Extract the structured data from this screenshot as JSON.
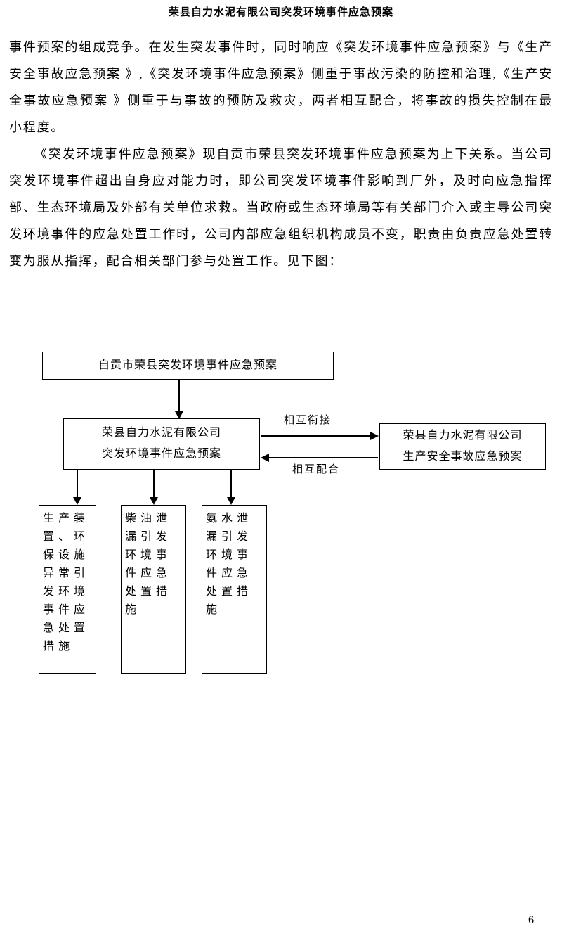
{
  "page": {
    "header_title": "荣县自力水泥有限公司突发环境事件应急预案",
    "page_number": "6"
  },
  "body": {
    "paragraph1": "事件预案的组成竞争。在发生突发事件时，同时响应《突发环境事件应急预案》与《生产安全事故应急预案 》,《突发环境事件应急预案》侧重于事故污染的防控和治理,《生产安全事故应急预案 》侧重于与事故的预防及救灾，两者相互配合，将事故的损失控制在最小程度。",
    "paragraph2": "《突发环境事件应急预案》现自贡市荣县突发环境事件应急预案为上下关系。当公司突发环境事件超出自身应对能力时，即公司突发环境事件影响到厂外，及时向应急指挥部、生态环境局及外部有关单位求救。当政府或生态环境局等有关部门介入或主导公司突发环境事件的应急处置工作时，公司内部应急组织机构成员不变，职责由负责应急处置转变为服从指挥，配合相关部门参与处置工作。见下图："
  },
  "diagram": {
    "top_box": "自贡市荣县突发环境事件应急预案",
    "middle_box_line1": "荣县自力水泥有限公司",
    "middle_box_line2": "突发环境事件应急预案",
    "right_box_line1": "荣县自力水泥有限公司",
    "right_box_line2": "生产安全事故应急预案",
    "arrow_label_top": "相互衔接",
    "arrow_label_bottom": "相互配合",
    "bottom_boxes": [
      "生产装置、环保设施异常引发环境事件应急处置措施",
      "柴油泄漏引发环境事件应急处置措施",
      "氨水泄漏引发环境事件应急处置措施"
    ]
  }
}
